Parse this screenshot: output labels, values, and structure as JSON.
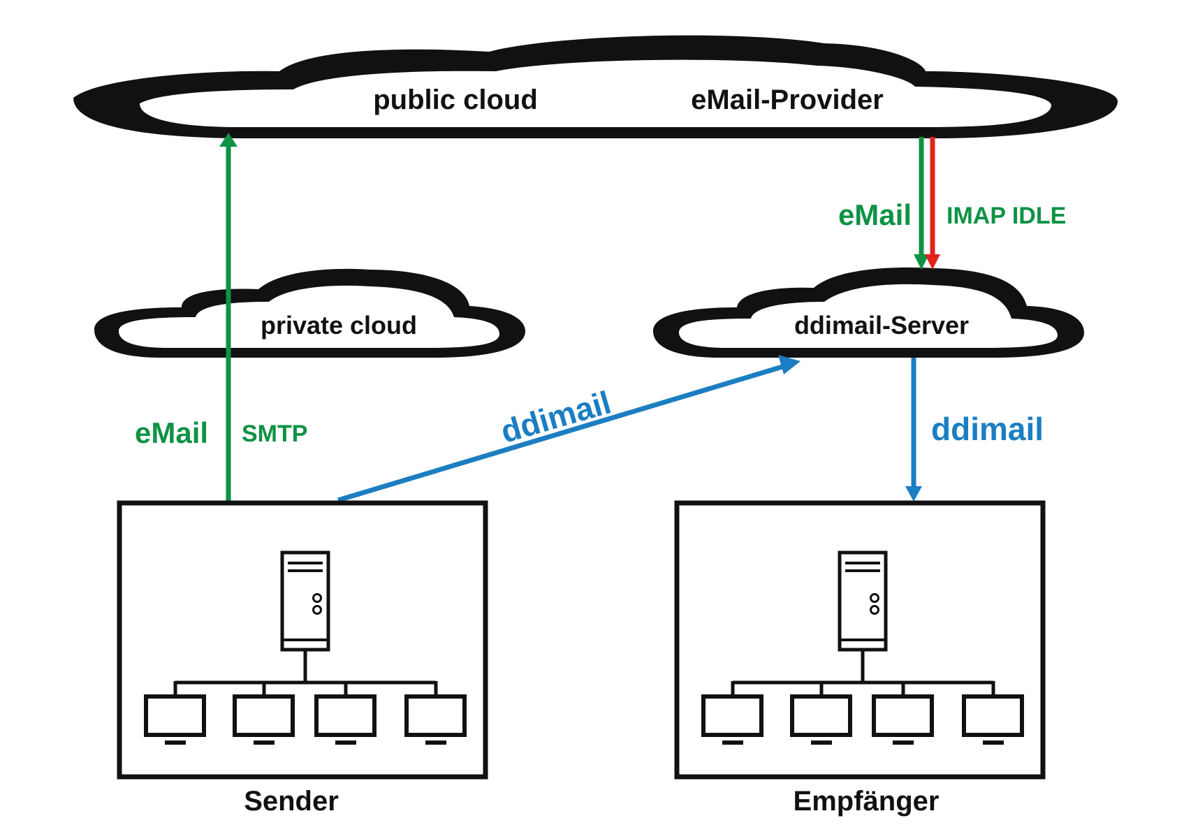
{
  "colors": {
    "email_green": "#0e9244",
    "imap_red": "#e2231a",
    "ddimail_blue": "#1b7ec2",
    "outline_black": "#111111",
    "background": "#ffffff"
  },
  "clouds": {
    "public_cloud_label": "public cloud",
    "provider_label": "eMail-Provider",
    "private_cloud_label": "private cloud",
    "ddimail_server_label": "ddimail-Server"
  },
  "arrows": {
    "sender_email_label": "eMail",
    "sender_smtp_label": "SMTP",
    "provider_email_label": "eMail",
    "provider_imap_label": "IMAP IDLE",
    "sender_ddimail_label": "ddimail",
    "receiver_ddimail_label": "ddimail"
  },
  "networks": {
    "sender_label": "Sender",
    "receiver_label": "Empfänger",
    "icons": [
      "server-icon",
      "monitor-icon"
    ]
  }
}
